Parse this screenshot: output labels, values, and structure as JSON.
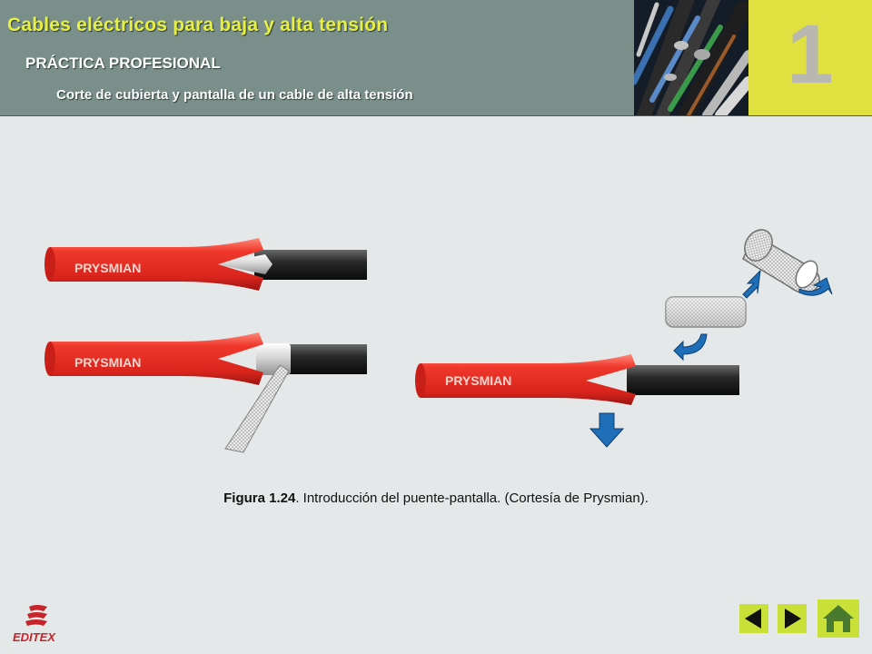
{
  "header": {
    "title": "Cables eléctricos para baja y alta tensión",
    "subtitle": "PRÁCTICA PROFESIONAL",
    "section": "Corte de cubierta y pantalla de un cable de alta tensión",
    "unit_number": "1"
  },
  "figure": {
    "cable_label": "PRYSMIAN",
    "caption_label": "Figura 1.24",
    "caption_text": ". Introducción del puente-pantalla. (Cortesía de Prysmian)."
  },
  "footer": {
    "logo_text": "EDITEX"
  },
  "colors": {
    "header_bg": "#7a8f8a",
    "title": "#e8f040",
    "accent_box": "#e0e040",
    "cable_red": "#e8322a",
    "nav_green": "#c8e038",
    "arrow_blue": "#1f6fb8"
  }
}
